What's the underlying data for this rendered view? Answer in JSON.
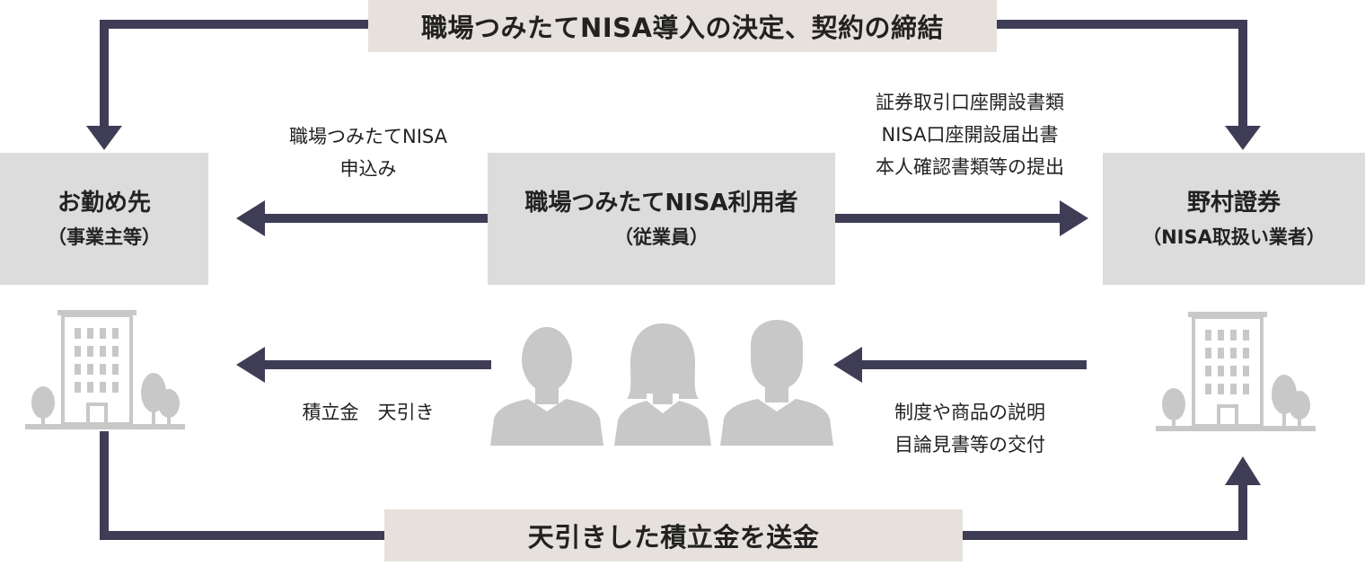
{
  "colors": {
    "arrow": "#3f3d56",
    "box": "#dcdcdc",
    "banner": "#e6e1dc",
    "icon": "#c8c8c8"
  },
  "top_banner": "職場つみたてNISA導入の決定、契約の締結",
  "bottom_banner": "天引きした積立金を送金",
  "employer": {
    "title": "お勤め先",
    "subtitle": "（事業主等）"
  },
  "employee": {
    "title": "職場つみたてNISA利用者",
    "subtitle": "（従業員）"
  },
  "broker": {
    "title": "野村證券",
    "subtitle": "（NISA取扱い業者）"
  },
  "labels": {
    "application": [
      "職場つみたてNISA",
      "申込み"
    ],
    "documents": [
      "証券取引口座開設書類",
      "NISA口座開設届出書",
      "本人確認書類等の提出"
    ],
    "deduction": "積立金　天引き",
    "explanation": [
      "制度や商品の説明",
      "目論見書等の交付"
    ]
  },
  "icons": {
    "left_building": "office-building-with-trees-icon",
    "right_building": "office-building-with-trees-icon",
    "people": [
      "man-silhouette-icon",
      "woman-silhouette-icon",
      "man-silhouette-icon"
    ]
  }
}
